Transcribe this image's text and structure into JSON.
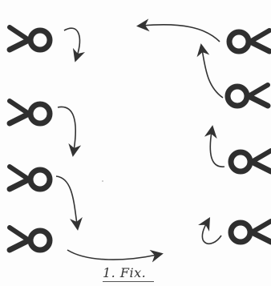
{
  "figure": {
    "caption": "1. Fix.",
    "symbols": {
      "left_column": [
        "scissors-symbol",
        "scissors-symbol",
        "scissors-symbol",
        "scissors-symbol"
      ],
      "right_column": [
        "scissors-symbol",
        "scissors-symbol",
        "scissors-symbol",
        "scissors-symbol"
      ]
    },
    "ink_color": "#2f2f2f"
  }
}
